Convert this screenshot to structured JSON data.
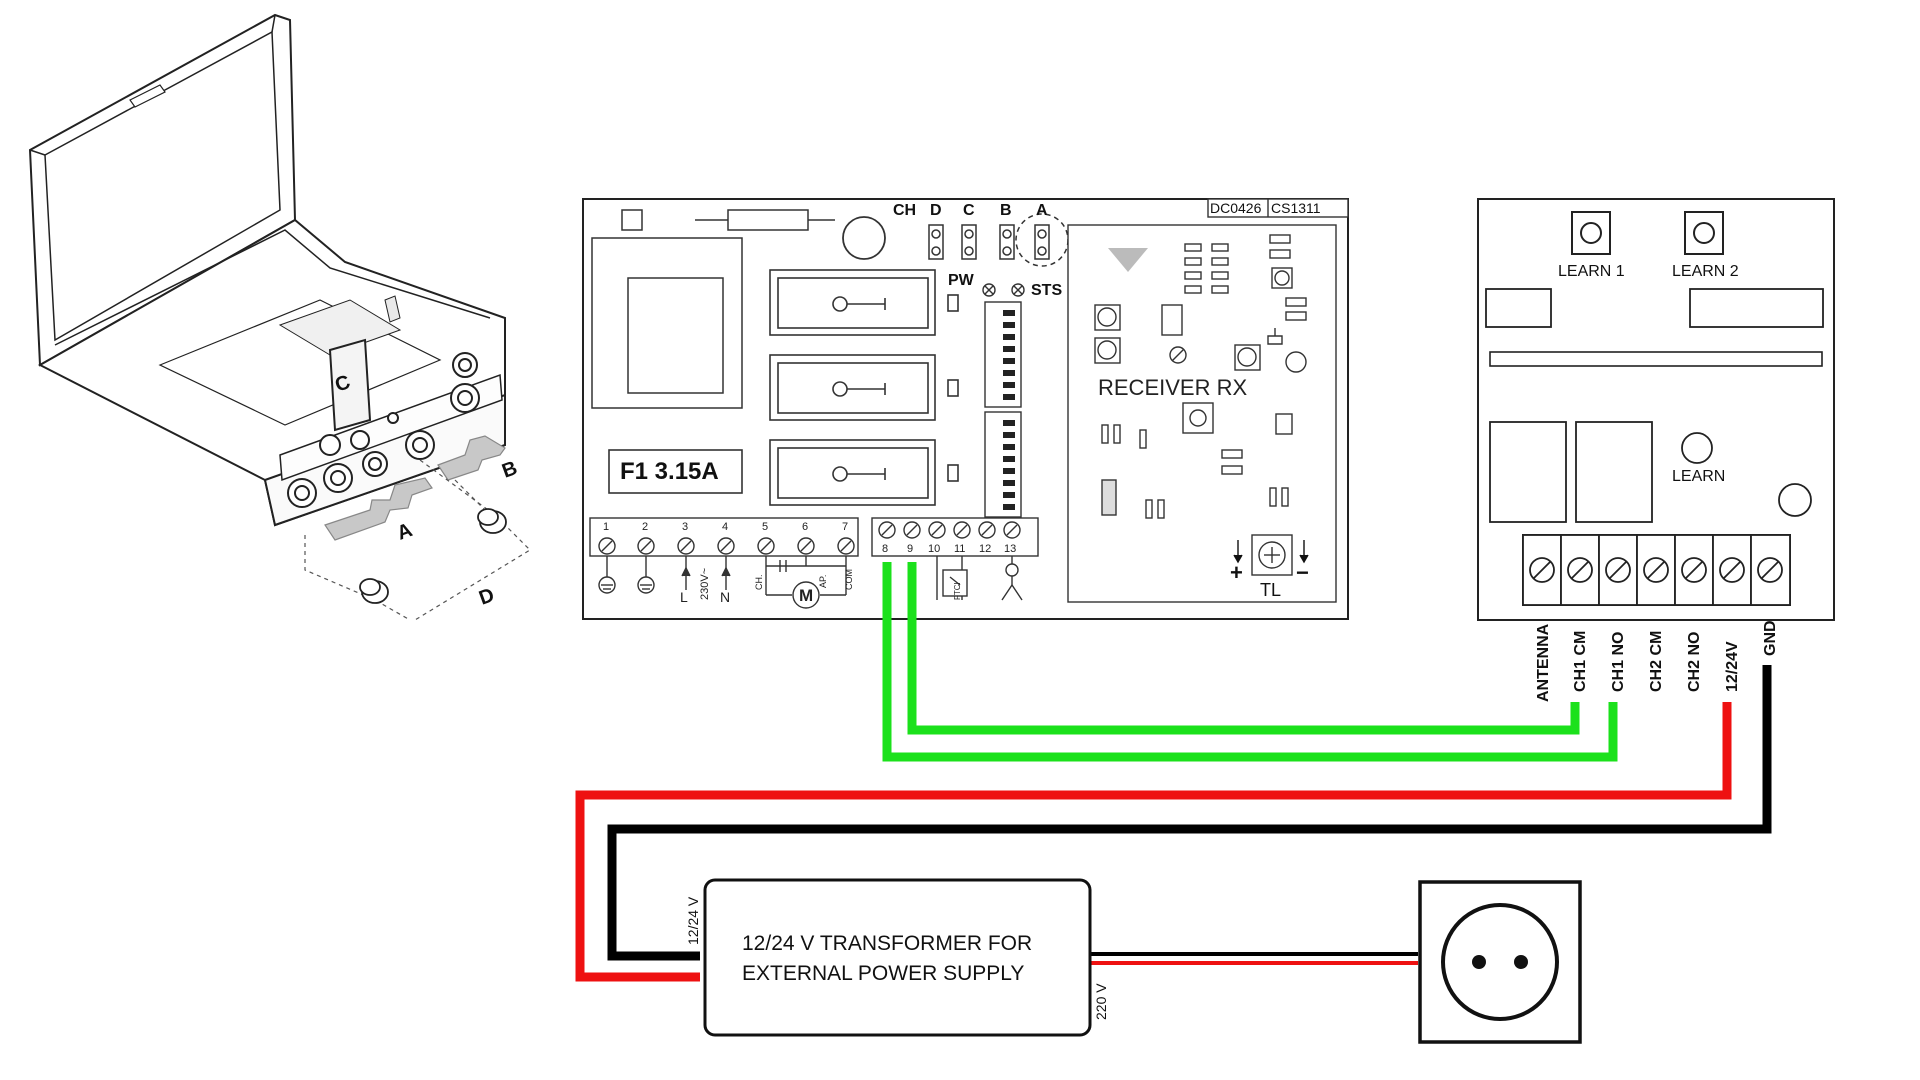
{
  "enclosure": {
    "labels": [
      "A",
      "B",
      "C",
      "D"
    ]
  },
  "control_board": {
    "code1": "DC0426",
    "code2": "CS1311",
    "jumper_labels": [
      "CH",
      "D",
      "C",
      "B",
      "A"
    ],
    "pw": "PW",
    "sts": "STS",
    "receiver": "RECEIVER RX",
    "fuse": "F1 3.15A",
    "tl": "TL",
    "plus": "+",
    "minus": "−",
    "terminals_left": [
      "1",
      "2",
      "3",
      "4",
      "5",
      "6",
      "7"
    ],
    "terminals_right": [
      "8",
      "9",
      "10",
      "11",
      "12",
      "13"
    ],
    "sub_l": "L",
    "sub_230": "230V~",
    "sub_n": "N",
    "sub_ch": "CH.",
    "sub_ap": "AP.",
    "sub_com": "COM",
    "motor": "M",
    "ftc": "FTCI"
  },
  "relay_receiver": {
    "learn1": "LEARN 1",
    "learn2": "LEARN 2",
    "learn": "LEARN",
    "pin_labels": [
      "ANTENNA",
      "CH1 CM",
      "CH1 NO",
      "CH2 CM",
      "CH2 NO",
      "12/24V",
      "GND"
    ]
  },
  "transformer": {
    "line1": "12/24 V TRANSFORMER FOR",
    "line2": "EXTERNAL POWER SUPPLY",
    "out_label": "12/24 V",
    "in_label": "220 V"
  },
  "wire_colors": {
    "green": "#1be11b",
    "red": "#ee1111",
    "black": "#000000"
  }
}
